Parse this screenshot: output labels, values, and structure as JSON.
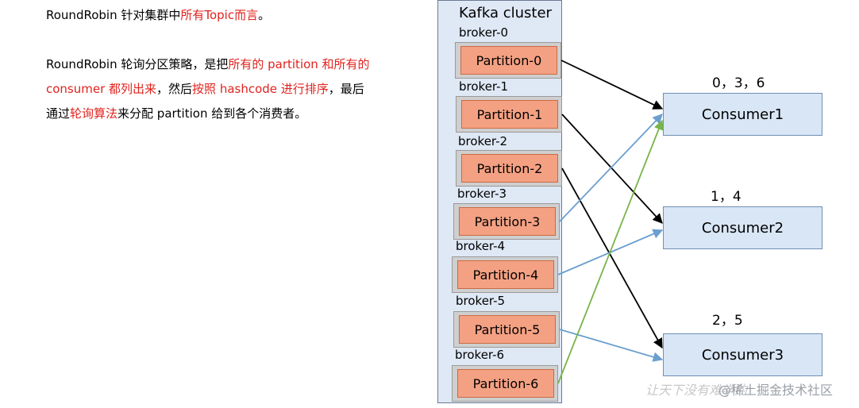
{
  "text": {
    "para1": [
      {
        "t": "RoundRobin 针对集群中",
        "red": false
      },
      {
        "t": "所有Topic而言",
        "red": true
      },
      {
        "t": "。",
        "red": false
      }
    ],
    "para2_lines": [
      [
        {
          "t": "RoundRobin 轮询分区策略，是把",
          "red": false
        },
        {
          "t": "所有的 partition 和所有的",
          "red": true
        }
      ],
      [
        {
          "t": "consumer 都列出来",
          "red": true
        },
        {
          "t": "，然后",
          "red": false
        },
        {
          "t": "按照 hashcode 进行排序",
          "red": true
        },
        {
          "t": "，最后",
          "red": false
        }
      ],
      [
        {
          "t": "通过",
          "red": false
        },
        {
          "t": "轮询算法",
          "red": true
        },
        {
          "t": "来分配 partition 给到各个消费者。",
          "red": false
        }
      ]
    ]
  },
  "cluster": {
    "title": "Kafka cluster",
    "brokers": [
      {
        "label": "broker-0",
        "partition": "Partition-0"
      },
      {
        "label": "broker-1",
        "partition": "Partition-1"
      },
      {
        "label": "broker-2",
        "partition": "Partition-2"
      },
      {
        "label": "broker-3",
        "partition": "Partition-3"
      },
      {
        "label": "broker-4",
        "partition": "Partition-4"
      },
      {
        "label": "broker-5",
        "partition": "Partition-5"
      },
      {
        "label": "broker-6",
        "partition": "Partition-6"
      }
    ]
  },
  "consumers": [
    {
      "name": "Consumer1",
      "assigned": "0，3，6"
    },
    {
      "name": "Consumer2",
      "assigned": "1，4"
    },
    {
      "name": "Consumer3",
      "assigned": "2，5"
    }
  ],
  "assignments": [
    {
      "partition": 0,
      "consumer": 0,
      "color": "#000000"
    },
    {
      "partition": 1,
      "consumer": 1,
      "color": "#000000"
    },
    {
      "partition": 2,
      "consumer": 2,
      "color": "#000000"
    },
    {
      "partition": 3,
      "consumer": 0,
      "color": "#6a9fd0"
    },
    {
      "partition": 4,
      "consumer": 1,
      "color": "#6a9fd0"
    },
    {
      "partition": 5,
      "consumer": 2,
      "color": "#6a9fd0"
    },
    {
      "partition": 6,
      "consumer": 0,
      "color": "#78b44a"
    }
  ],
  "watermark": "@稀土掘金技术社区"
}
